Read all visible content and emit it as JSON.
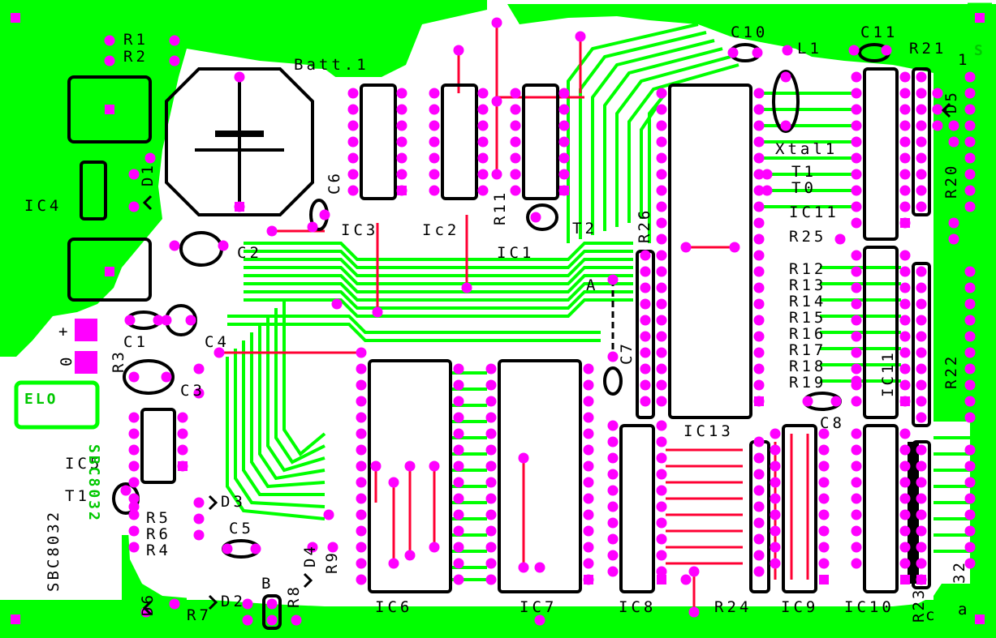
{
  "colors": {
    "copper": "#00ff00",
    "copper_dark": "#00c800",
    "pad": "#ff00ff",
    "jumper": "#ff0033",
    "silk": "#000000",
    "board": "#ffffff"
  },
  "labels": {
    "r1": "R1",
    "r2": "R2",
    "batt": "Batt.1",
    "c10": "C10",
    "l1": "L1",
    "c11": "C11",
    "r21": "R21",
    "one_top": "1",
    "d1": "D1",
    "ic4": "IC4",
    "c6": "C6",
    "ic3": "IC3",
    "ic2": "Ic2",
    "r11": "R11",
    "t2": "T2",
    "ic1": "IC1",
    "r26": "R26",
    "c2": "C2",
    "d5": "D5",
    "xtal1": "Xtal1",
    "t1r": "T1",
    "t0": "T0",
    "ic11a": "IC11",
    "r25": "R25",
    "r20": "R20",
    "a_mark": "A",
    "c1": "C1",
    "r3": "R3",
    "c4": "C4",
    "c7": "C7",
    "c3": "C3",
    "r12": "R12",
    "r13": "R13",
    "r14": "R14",
    "r15": "R15",
    "r16": "R16",
    "r17": "R17",
    "r18": "R18",
    "r19": "R19",
    "ic11b": "IC11",
    "r22": "R22",
    "c8": "C8",
    "ic13": "IC13",
    "ic5": "IC5",
    "sbc": "SBC8032",
    "t1l": "T1",
    "d3": "D3",
    "r5": "R5",
    "r6": "R6",
    "r4": "R4",
    "c5": "C5",
    "d4": "D4",
    "r9": "R9",
    "r8": "R8",
    "b_mark": "B",
    "d6": "D6",
    "d2": "D2",
    "r7": "R7",
    "ic6": "IC6",
    "ic7": "IC7",
    "ic8": "IC8",
    "r24": "R24",
    "ic9": "IC9",
    "ic10": "IC10",
    "r23": "R23",
    "c_mark": "c",
    "a_small": "a",
    "n32": "32",
    "plus": "+",
    "zero": "0",
    "green_elo": "ELO",
    "green_sbc": "SBC8032",
    "green_s": "S"
  }
}
